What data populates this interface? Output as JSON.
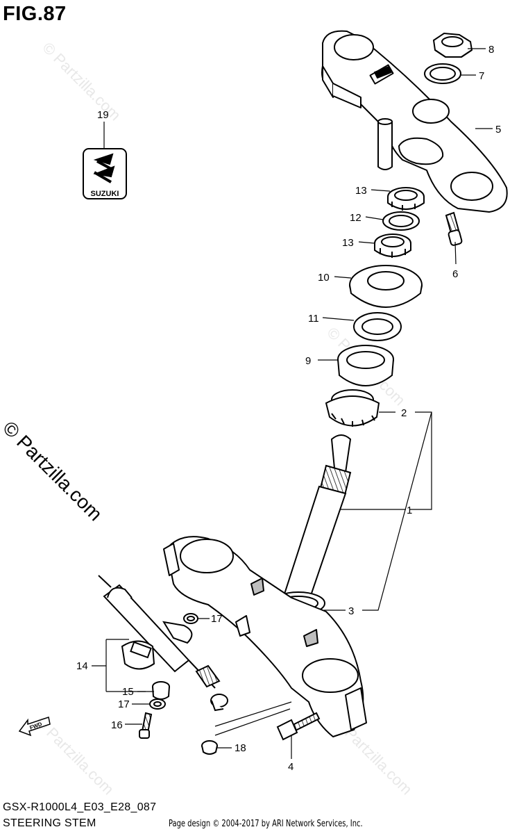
{
  "figure": {
    "title": "FIG.87",
    "model": "GSX-R1000L4_E03_E28_087",
    "subtitle": "STEERING STEM",
    "copyright": "Page design © 2004-2017 by ARI Network Services, Inc.",
    "watermark": "© Partzilla.com"
  },
  "logo": {
    "text": "SUZUKI"
  },
  "fwd_label": "FWD",
  "callouts": [
    "1",
    "2",
    "3",
    "4",
    "5",
    "6",
    "7",
    "8",
    "9",
    "10",
    "11",
    "12",
    "13",
    "13",
    "14",
    "15",
    "16",
    "17",
    "17",
    "18",
    "19"
  ]
}
